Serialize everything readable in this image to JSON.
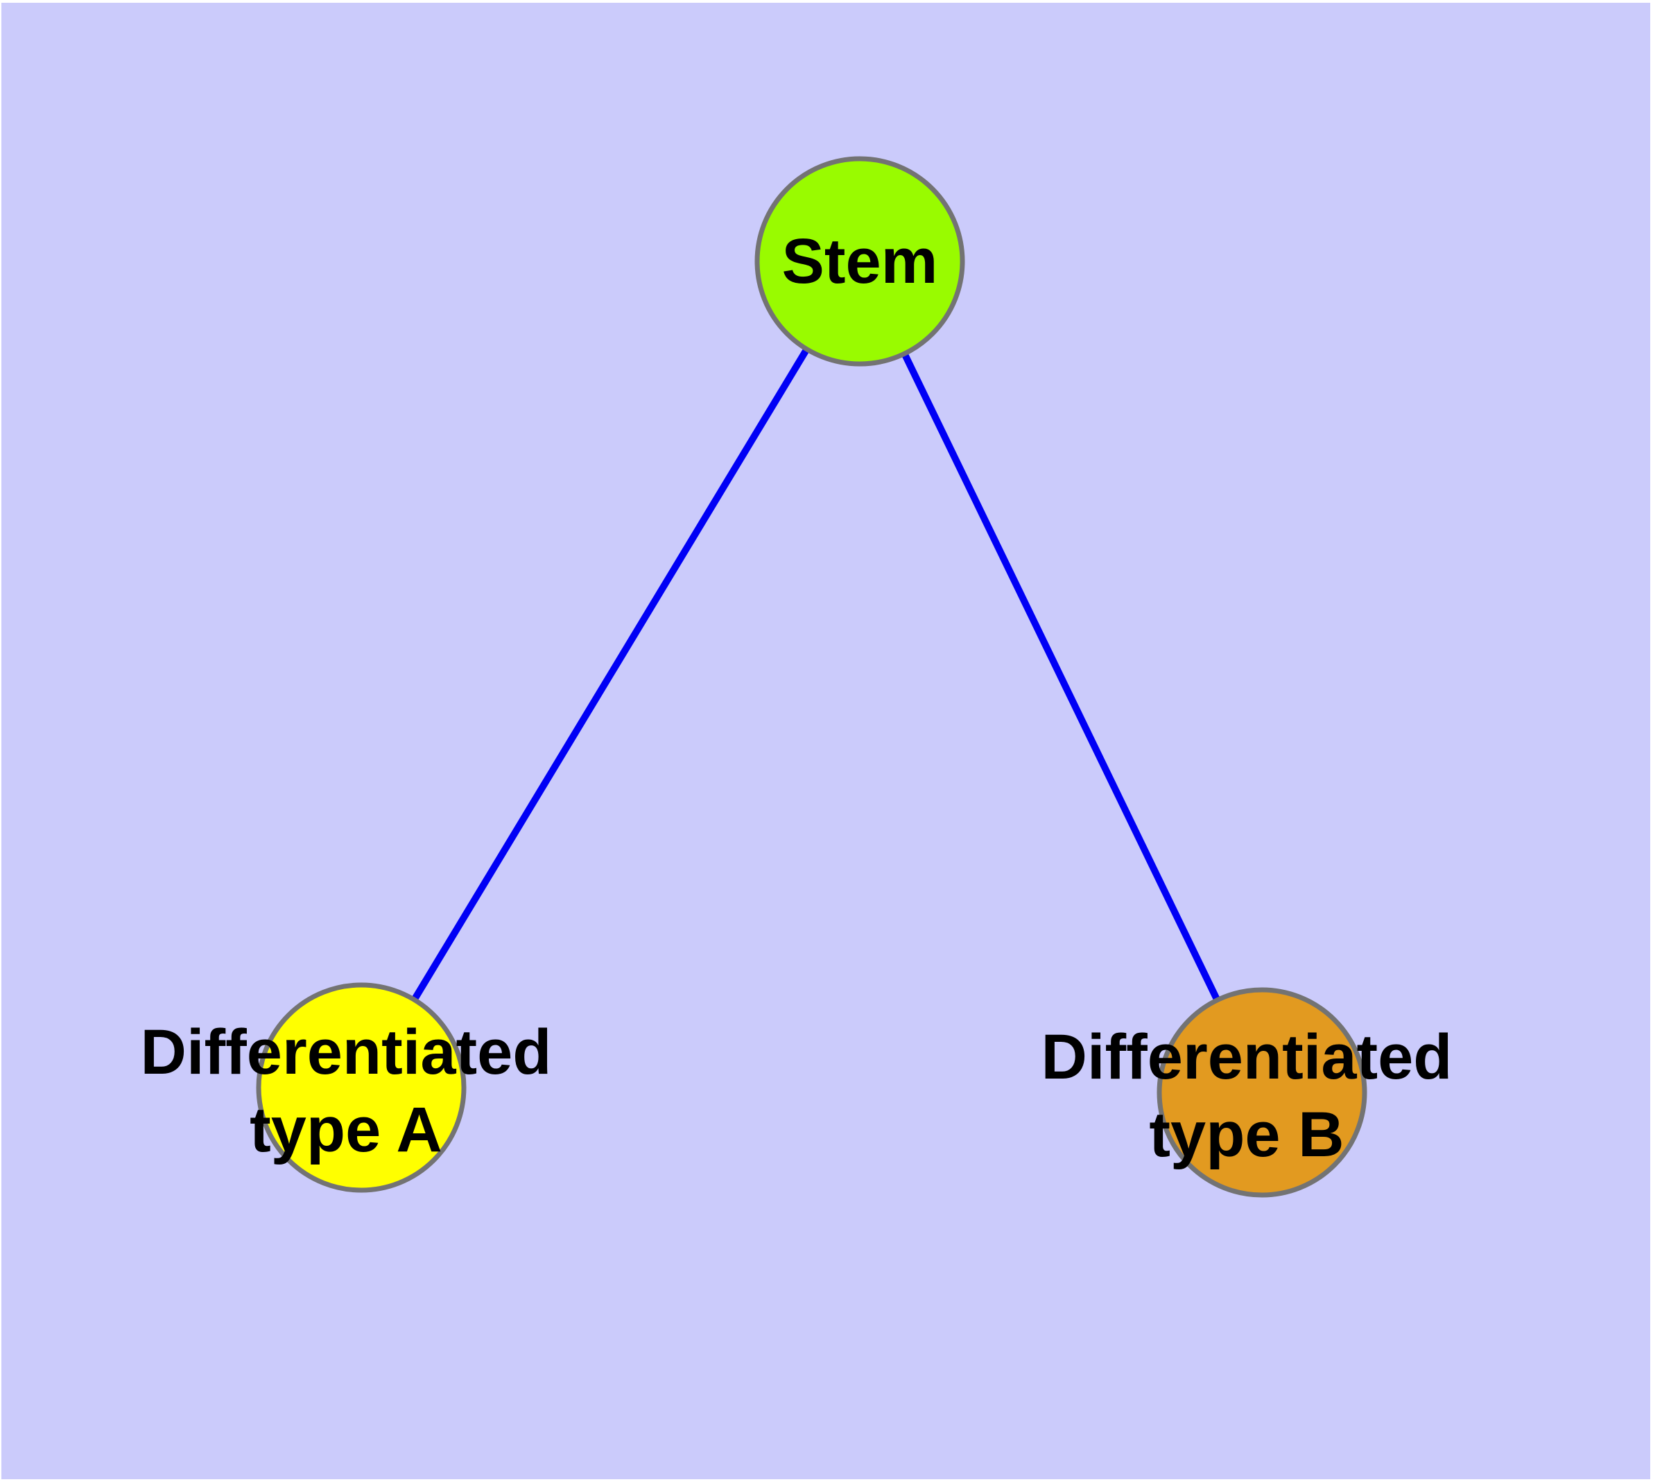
{
  "diagram": {
    "background_color": "#CBCBFB",
    "margin_color": "#FFFFFF",
    "node_border_color": "#737373",
    "edge_color": "#0000F5",
    "label_color": "#000000",
    "nodes": [
      {
        "id": "stem",
        "label": "Stem",
        "fill": "#99FB00"
      },
      {
        "id": "differentiated-type-a",
        "label_line1": "Differentiated",
        "label_line2": "type A",
        "fill": "#FFFF00"
      },
      {
        "id": "differentiated-type-b",
        "label_line1": "Differentiated",
        "label_line2": "type B",
        "fill": "#E29A20"
      }
    ],
    "edges": [
      {
        "from": "Stem",
        "to": "Differentiated type A"
      },
      {
        "from": "Stem",
        "to": "Differentiated type B"
      }
    ]
  }
}
